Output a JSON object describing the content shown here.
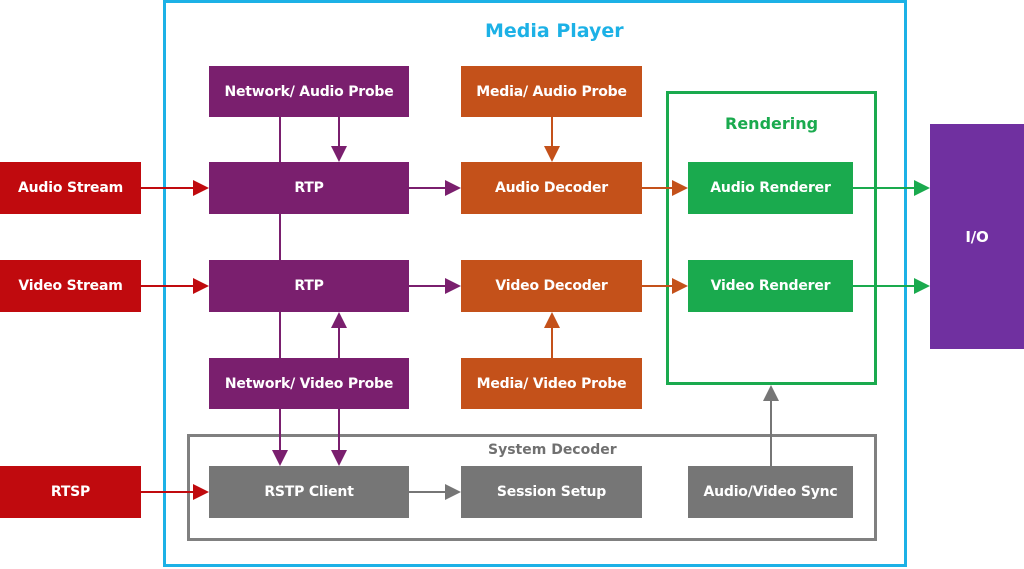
{
  "diagram": {
    "title": "Media Player",
    "groups": {
      "rendering": "Rendering",
      "system_decoder": "System Decoder"
    },
    "inputs": {
      "audio_stream": "Audio Stream",
      "video_stream": "Video Stream",
      "rtsp": "RTSP"
    },
    "network": {
      "audio_probe": "Network/ Audio Probe",
      "audio_rtp": "RTP",
      "video_rtp": "RTP",
      "video_probe": "Network/ Video Probe"
    },
    "media": {
      "audio_probe": "Media/ Audio Probe",
      "audio_decoder": "Audio Decoder",
      "video_decoder": "Video Decoder",
      "video_probe": "Media/ Video Probe"
    },
    "renderers": {
      "audio": "Audio Renderer",
      "video": "Video Renderer"
    },
    "system": {
      "rstp_client": "RSTP Client",
      "session_setup": "Session Setup",
      "av_sync": "Audio/Video Sync"
    },
    "output": "I/O",
    "colors": {
      "media_player_border": "#1cb1e6",
      "input": "#c00a0e",
      "network": "#7a1f6e",
      "media": "#c4511a",
      "render": "#1aaa4e",
      "system": "#767676",
      "io": "#7030a0"
    }
  }
}
